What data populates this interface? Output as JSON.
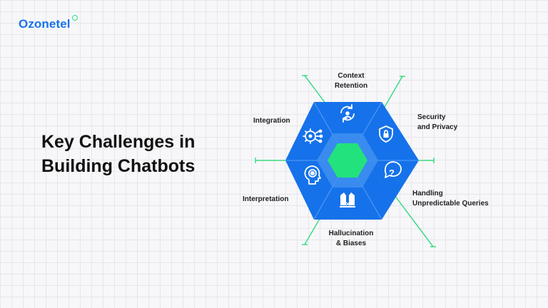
{
  "brand": {
    "name": "Ozonetel",
    "color": "#1a73e8",
    "accent": "#2ee28a"
  },
  "headline": {
    "line1": "Key Challenges in",
    "line2": "Building Chatbots"
  },
  "diagram": {
    "colors": {
      "outer": "#1672ea",
      "middle": "#3f8ff0",
      "center": "#22e27d",
      "lines": "#3ddc84"
    },
    "segments": [
      {
        "id": "context",
        "lines": [
          "Context",
          "Retention"
        ],
        "icon": "refresh-user-icon"
      },
      {
        "id": "security",
        "lines": [
          "Security",
          "and Privacy"
        ],
        "icon": "shield-lock-icon"
      },
      {
        "id": "unpredictable",
        "lines": [
          "Handling",
          "Unpredictable Queries"
        ],
        "icon": "question-bubble-icon"
      },
      {
        "id": "hallucination",
        "lines": [
          "Hallucination",
          "& Biases"
        ],
        "icon": "scales-icon"
      },
      {
        "id": "interpretation",
        "lines": [
          "Interpretation"
        ],
        "icon": "head-gear-icon"
      },
      {
        "id": "integration",
        "lines": [
          "Integration"
        ],
        "icon": "gear-network-icon"
      }
    ]
  }
}
